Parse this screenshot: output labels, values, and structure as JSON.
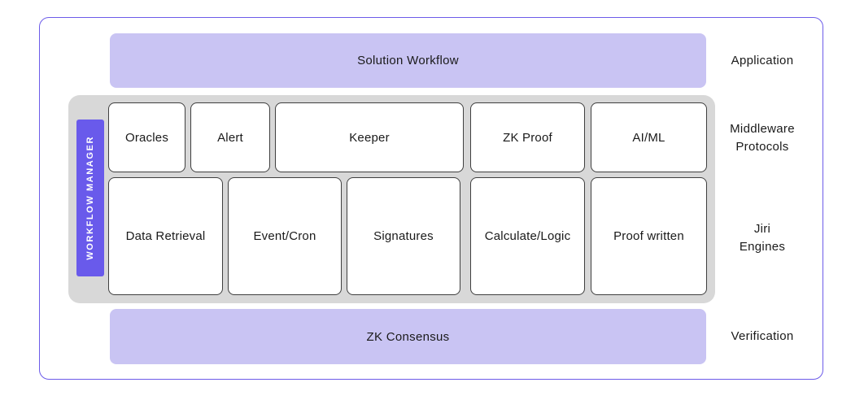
{
  "colors": {
    "outer_border": "#6C5BE9",
    "band_fill": "#C9C4F3",
    "panel_fill": "#D8D8D8",
    "manager_fill": "#695AEB",
    "box_border": "#3F3F3F",
    "text": "#1A1A1A",
    "manager_text": "#FFFFFF"
  },
  "workflow_manager": "WORKFLOW MANAGER",
  "application": {
    "band": "Solution Workflow",
    "side_label": "Application"
  },
  "middleware": {
    "boxes": [
      "Oracles",
      "Alert",
      "Keeper",
      "ZK Proof",
      "AI/ML"
    ],
    "side_label_line1": "Middleware",
    "side_label_line2": "Protocols"
  },
  "engines": {
    "boxes": [
      "Data Retrieval",
      "Event/Cron",
      "Signatures",
      "Calculate/Logic",
      "Proof written"
    ],
    "side_label_line1": "Jiri",
    "side_label_line2": "Engines"
  },
  "verification": {
    "band": "ZK Consensus",
    "side_label": "Verification"
  }
}
